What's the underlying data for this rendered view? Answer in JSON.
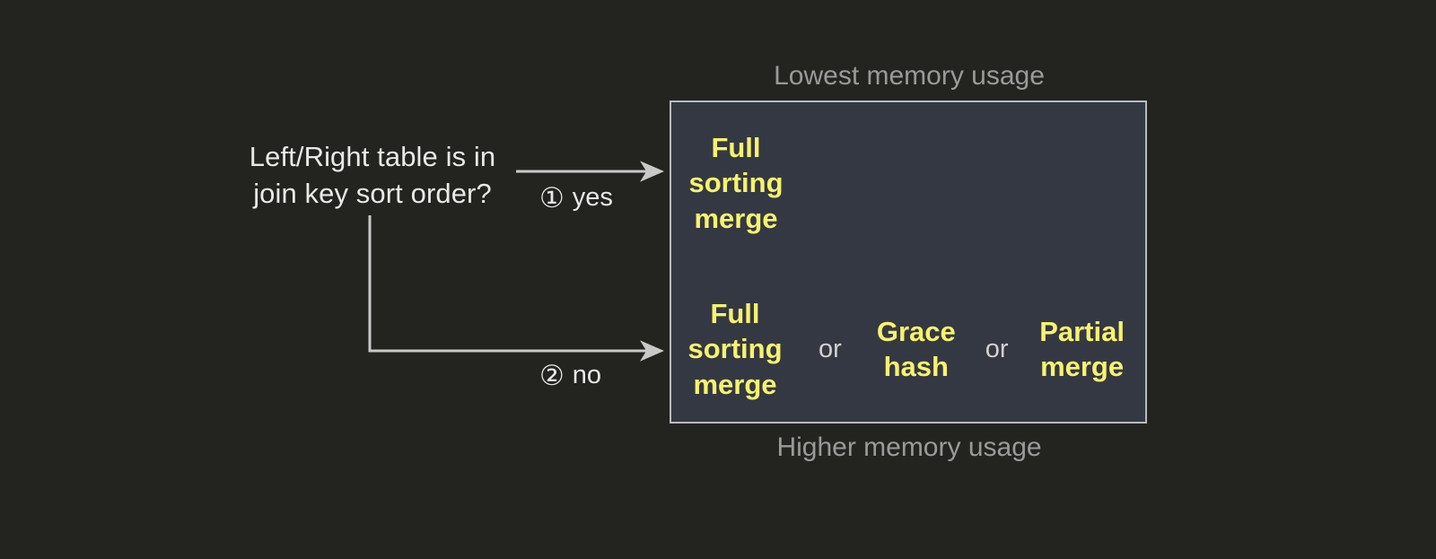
{
  "diagram": {
    "question": "Left/Right table is in\njoin key sort order?",
    "branches": [
      {
        "marker": "①",
        "label": "yes"
      },
      {
        "marker": "②",
        "label": "no"
      }
    ],
    "captions": {
      "top": "Lowest memory usage",
      "bottom": "Higher memory usage"
    },
    "panel": {
      "rows": [
        {
          "options": [
            "Full\nsorting\nmerge"
          ],
          "separators": []
        },
        {
          "options": [
            "Full\nsorting\nmerge",
            "Grace\nhash",
            "Partial\nmerge"
          ],
          "separators": [
            "or",
            "or"
          ]
        }
      ]
    },
    "colors": {
      "background": "#232320",
      "panel_fill": "#343843",
      "panel_border": "#b9bbbd",
      "option_text": "#f7f26e",
      "body_text": "#e9e9e7",
      "caption_text": "#9a9a99",
      "connector": "#c9c9c7"
    }
  }
}
